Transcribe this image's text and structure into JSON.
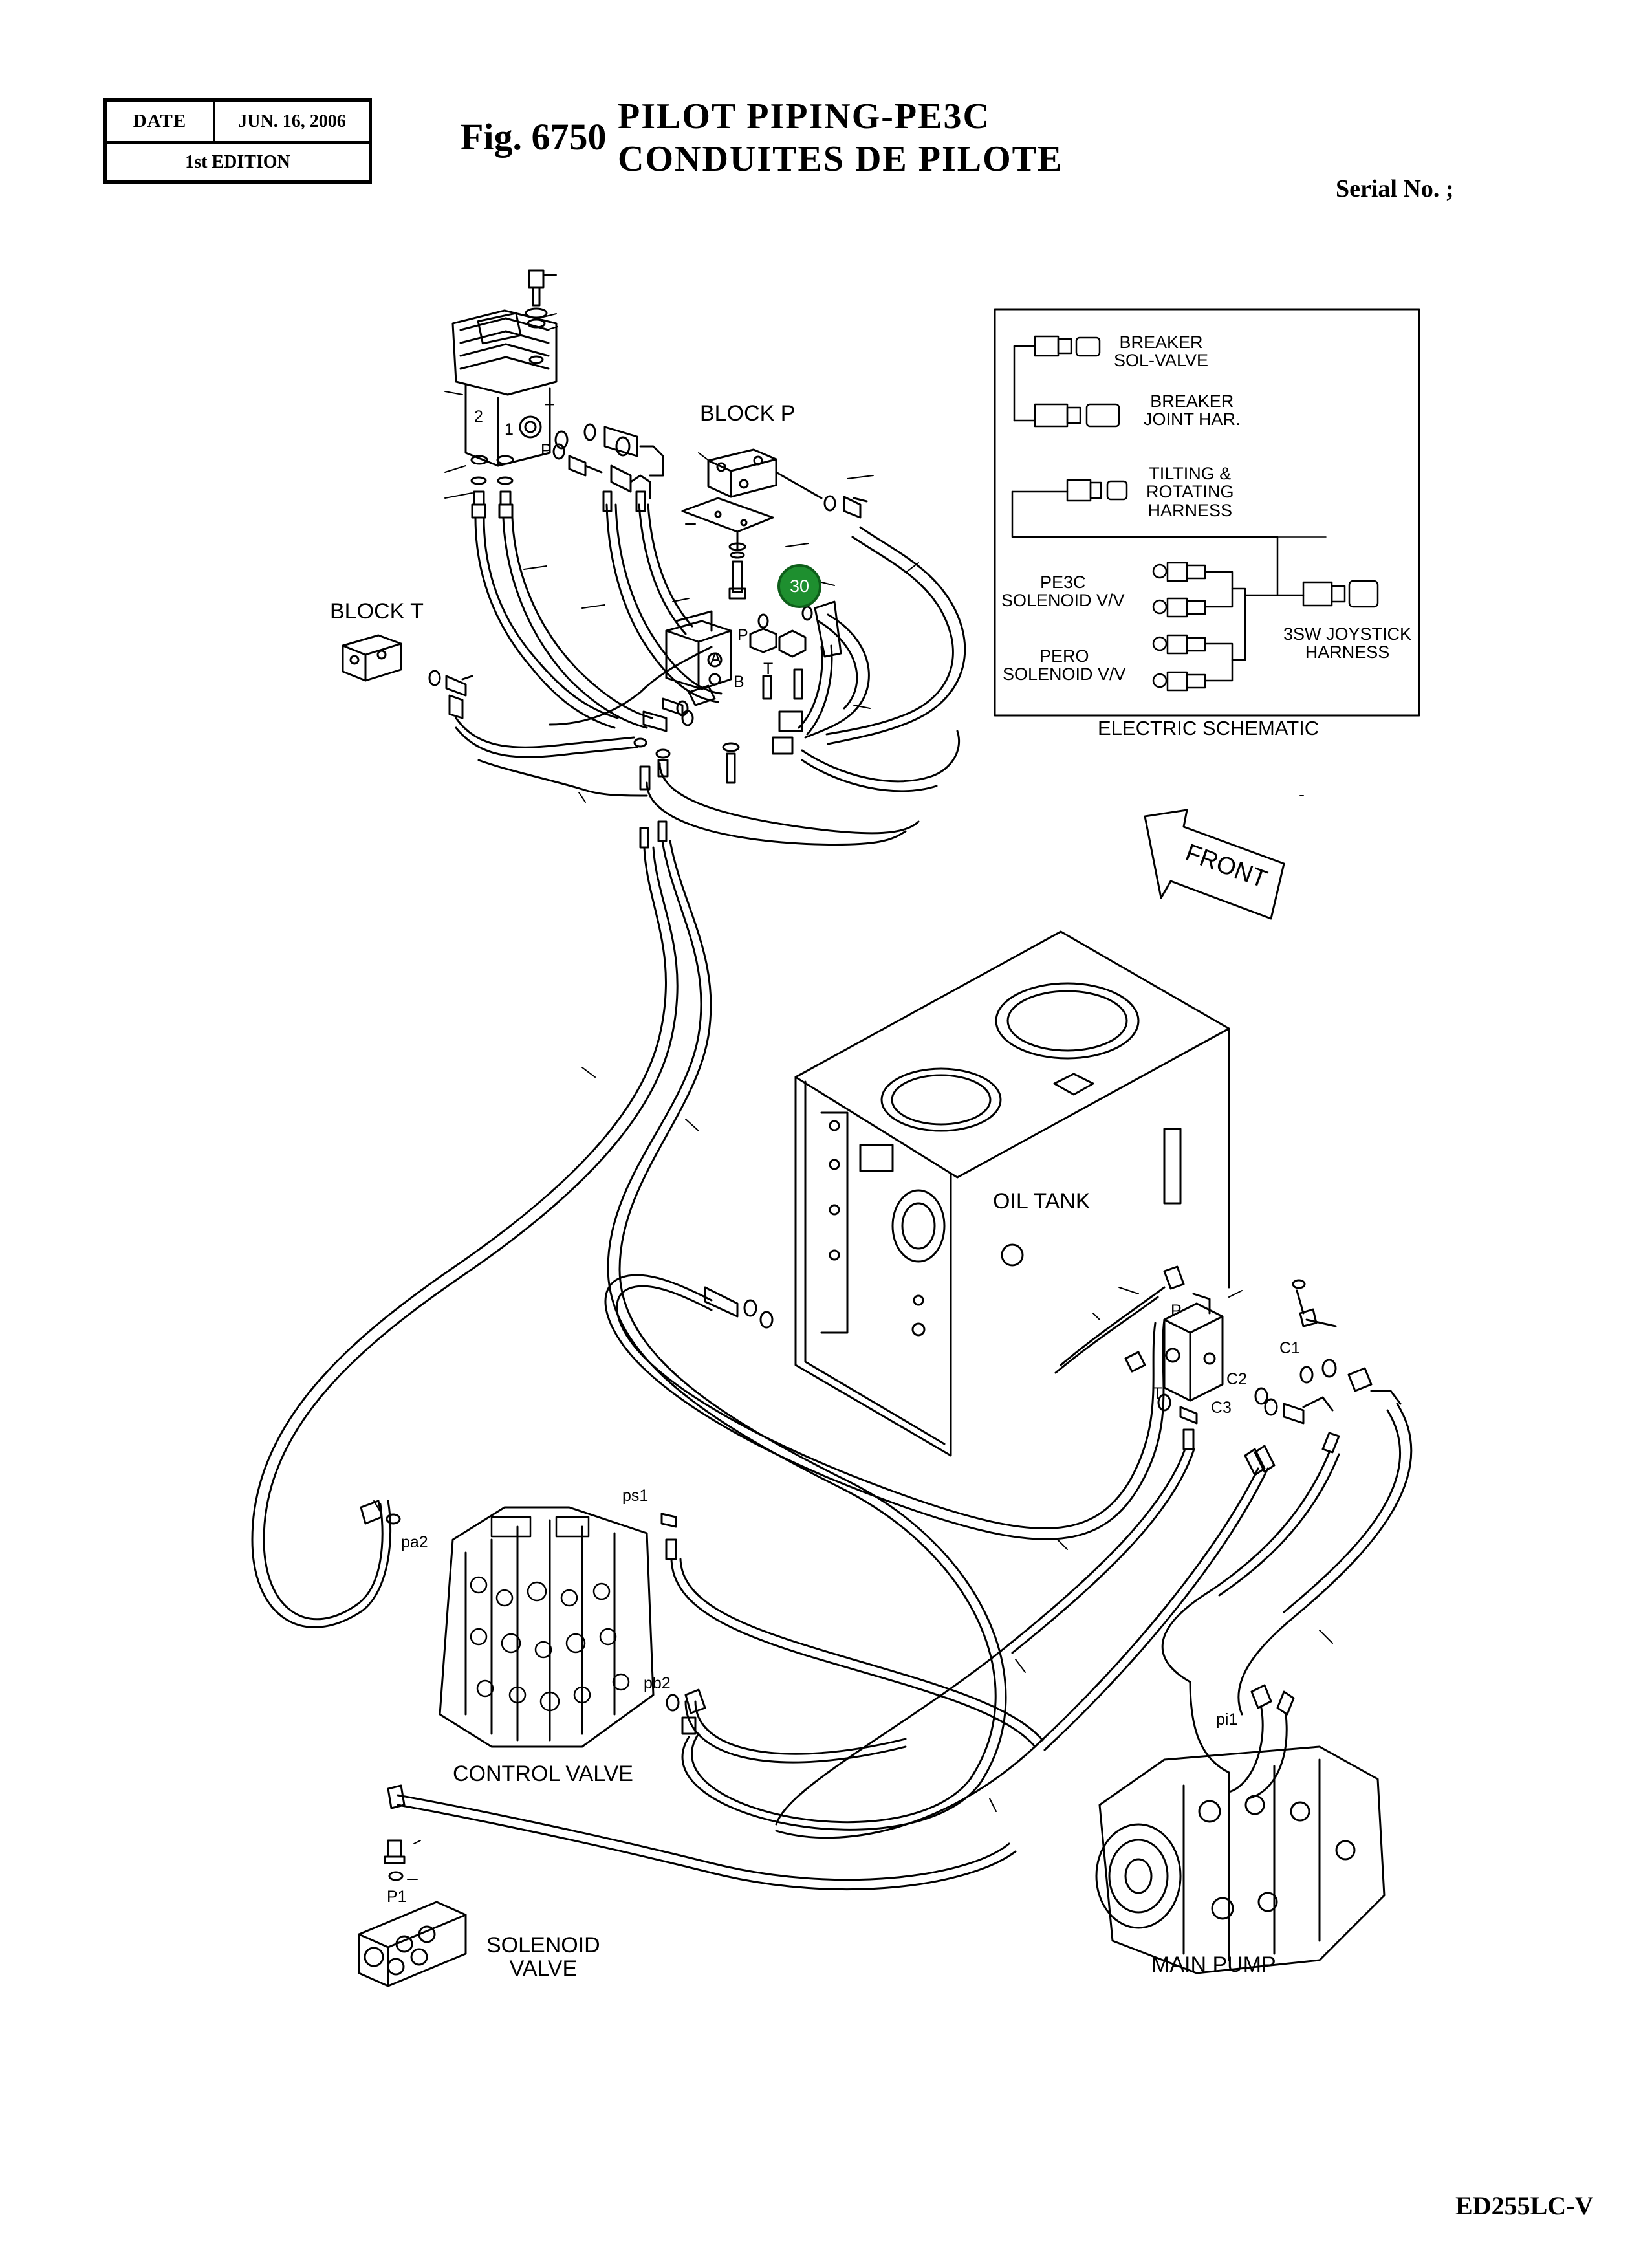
{
  "header": {
    "date_label": "DATE",
    "date_value": "JUN. 16, 2006",
    "edition": "1st EDITION",
    "fig": "Fig. 6750",
    "title_en": "PILOT  PIPING-PE3C",
    "title_fr": "CONDUITES  DE  PILOTE",
    "serial": "Serial No. ;"
  },
  "labels": {
    "block_p": "BLOCK P",
    "block_t": "BLOCK T",
    "oil_tank": "OIL TANK",
    "control_valve": "CONTROL VALVE",
    "solenoid_valve_line1": "SOLENOID",
    "solenoid_valve_line2": "VALVE",
    "main_pump": "MAIN PUMP",
    "front": "FRONT"
  },
  "callout": "30",
  "ports": {
    "t": "T",
    "p": "P",
    "n1": "1",
    "n2": "2",
    "a": "A",
    "b": "B",
    "p_block": "P",
    "t_block": "T",
    "p_small": "P",
    "t_small": "T",
    "c1": "C1",
    "c2": "C2",
    "c3": "C3",
    "ps1": "ps1",
    "pa2": "pa2",
    "pb2": "pb2",
    "pi1": "pi1",
    "p1": "P1"
  },
  "schematic": {
    "title": "ELECTRIC SCHEMATIC",
    "breaker_sol_1": "BREAKER",
    "breaker_sol_2": "SOL-VALVE",
    "breaker_joint_1": "BREAKER",
    "breaker_joint_2": "JOINT HAR.",
    "tilting_1": "TILTING &",
    "tilting_2": "ROTATING",
    "tilting_3": "HARNESS",
    "pe3c_1": "PE3C",
    "pe3c_2": "SOLENOID V/V",
    "pero_1": "PERO",
    "pero_2": "SOLENOID V/V",
    "joystick_1": "3SW JOYSTICK",
    "joystick_2": "HARNESS"
  },
  "footer": {
    "model": "ED255LC-V"
  },
  "colors": {
    "ink": "#000000",
    "callout": "#1e8f2f",
    "paper": "#ffffff"
  }
}
